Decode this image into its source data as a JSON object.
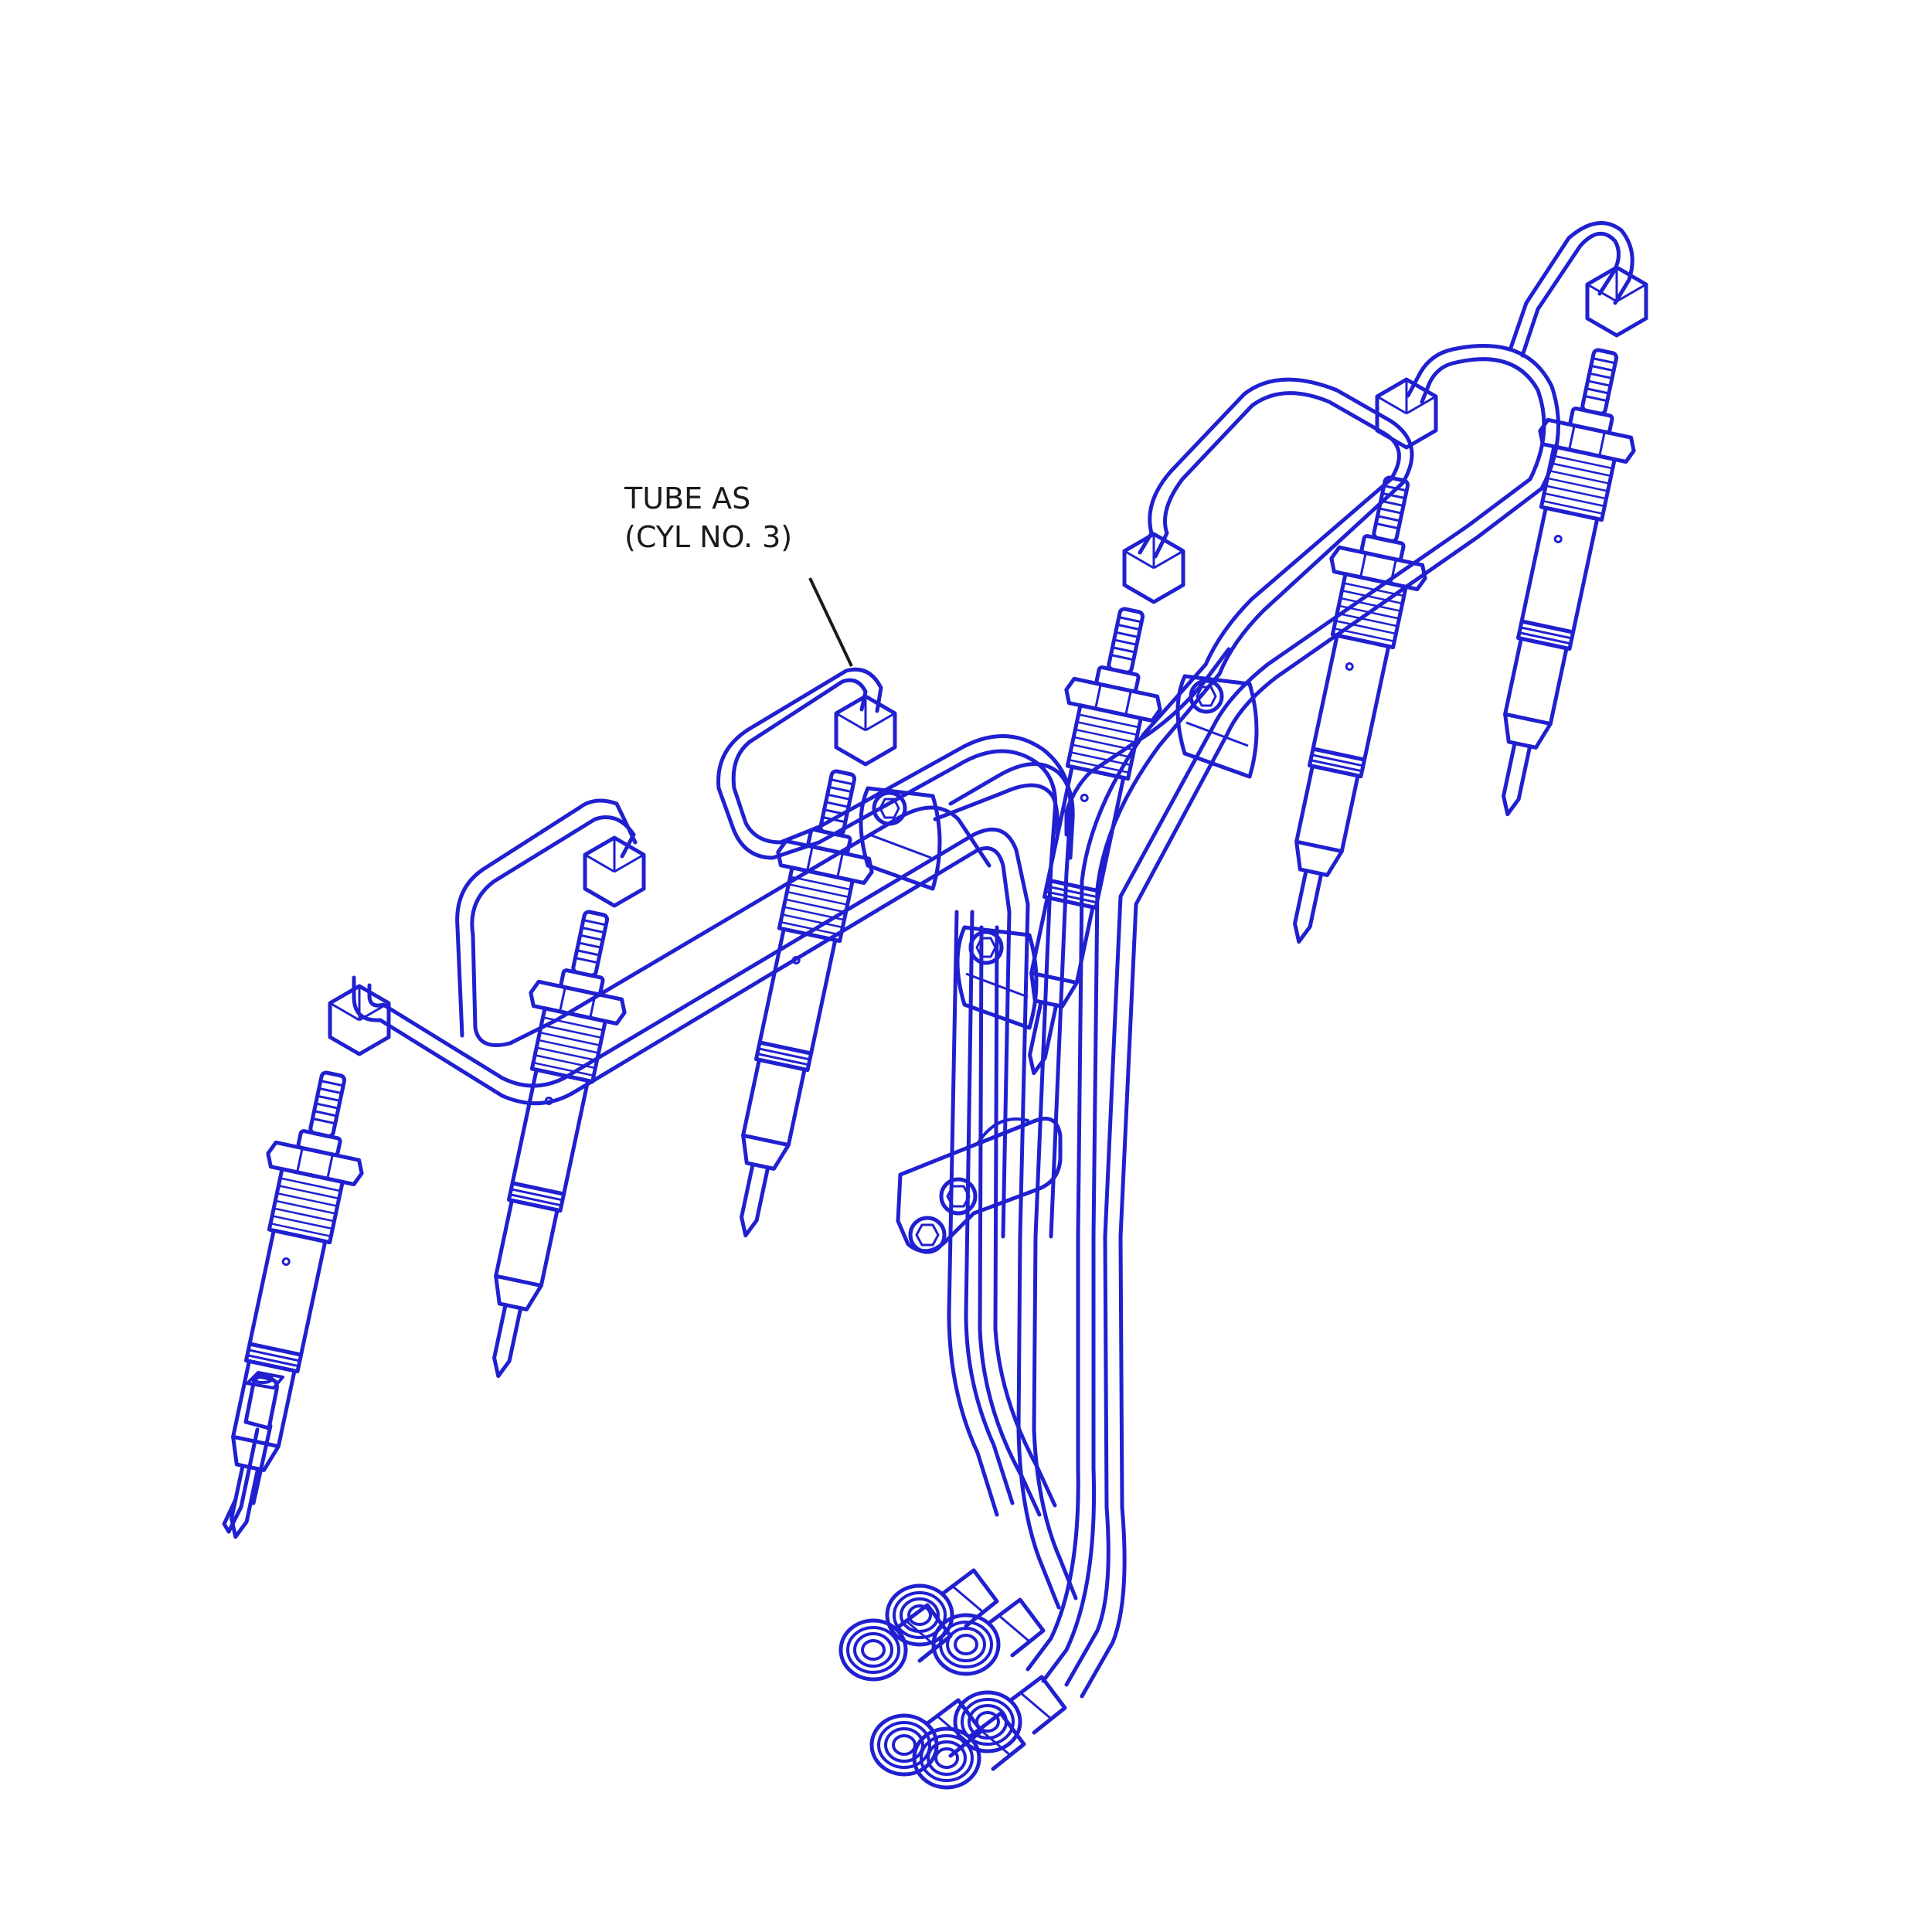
{
  "diagram": {
    "callout": {
      "line1": "TUBE AS",
      "line2": "(CYL NO. 3)"
    },
    "colors": {
      "linework": "#2020d0",
      "callout_text": "#1a1a1a",
      "background": "#ffffff"
    },
    "components": {
      "injectors": 6,
      "fuel_tubes": 6,
      "tube_clamps": 3,
      "pump_fittings": 6
    }
  }
}
